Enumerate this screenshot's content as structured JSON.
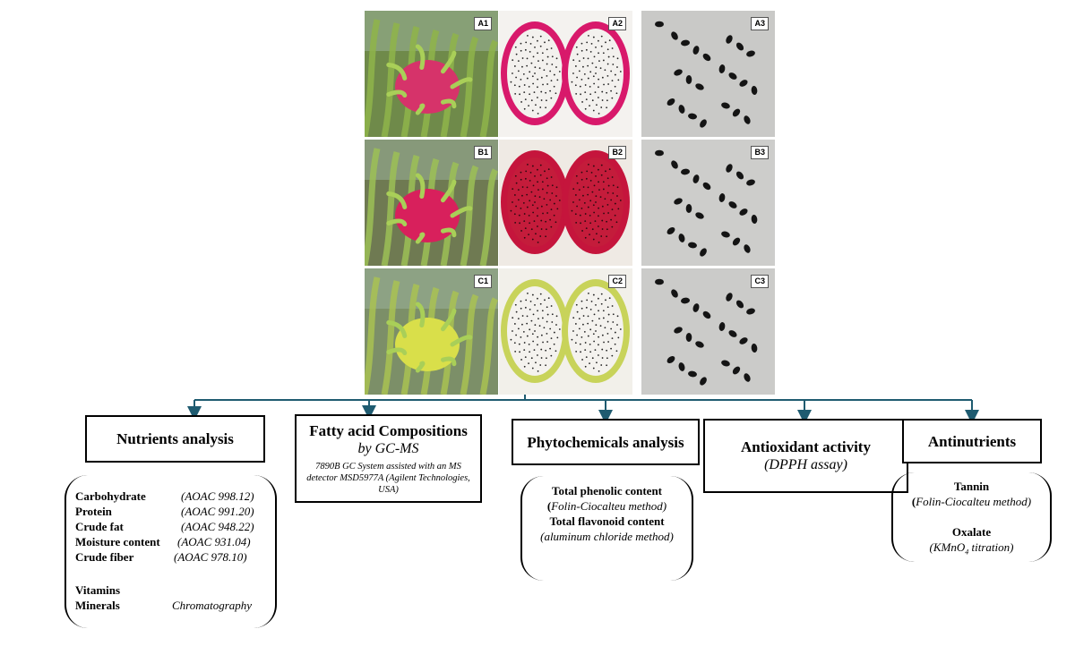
{
  "photos": [
    {
      "label": "A1",
      "kind": "fruit-plant",
      "colors": {
        "bg": "#6f8a4a",
        "fruit": "#d6336a",
        "leaf": "#8fb44a"
      }
    },
    {
      "label": "A2",
      "kind": "fruit-cut",
      "colors": {
        "bg": "#f4f2ef",
        "skin": "#d8196b",
        "flesh": "#f3f1ee",
        "seed": "#222"
      }
    },
    {
      "label": "A3",
      "kind": "seeds",
      "colors": {
        "bg": "#c9c9c7",
        "seed": "#141414"
      }
    },
    {
      "label": "B1",
      "kind": "fruit-plant",
      "colors": {
        "bg": "#6f7a52",
        "fruit": "#d8205c",
        "leaf": "#9cc056"
      }
    },
    {
      "label": "B2",
      "kind": "fruit-cut",
      "colors": {
        "bg": "#efeae4",
        "skin": "#c5153c",
        "flesh": "#c41c3b",
        "seed": "#2a0a10"
      }
    },
    {
      "label": "B3",
      "kind": "seeds",
      "colors": {
        "bg": "#cdcdcb",
        "seed": "#141414"
      }
    },
    {
      "label": "C1",
      "kind": "fruit-plant",
      "colors": {
        "bg": "#7c8f68",
        "fruit": "#d9df4a",
        "leaf": "#a9c252"
      }
    },
    {
      "label": "C2",
      "kind": "fruit-cut",
      "colors": {
        "bg": "#f2f0ea",
        "skin": "#c8d35a",
        "flesh": "#f4f2ee",
        "seed": "#222"
      }
    },
    {
      "label": "C3",
      "kind": "seeds",
      "colors": {
        "bg": "#cbcbc9",
        "seed": "#141414"
      }
    }
  ],
  "connector_color": "#1f5b70",
  "boxes": {
    "nutrients": {
      "title": "Nutrients analysis"
    },
    "fatty": {
      "title": "Fatty acid Compositions",
      "subtitle": "by GC-MS",
      "method": "7890B GC System assisted with an MS detector MSD5977A (Agilent Technologies, USA)"
    },
    "phyto": {
      "title": "Phytochemicals analysis"
    },
    "antiox": {
      "title": "Antioxidant activity",
      "subtitle": "(DPPH assay)"
    },
    "antinut": {
      "title": "Antinutrients"
    }
  },
  "nutrients_list": [
    {
      "name": "Carbohydrate",
      "method": "(AOAC 998.12)"
    },
    {
      "name": "Protein",
      "method": "(AOAC 991.20)"
    },
    {
      "name": "Crude fat",
      "method": "(AOAC 948.22)"
    },
    {
      "name": "Moisture content",
      "method": "(AOAC 931.04)"
    },
    {
      "name": "Crude fiber",
      "method": "(AOAC 978.10)"
    }
  ],
  "vitamins_label": "Vitamins",
  "minerals_label": "Minerals",
  "chromatography_label": "Chromatography",
  "phyto_list": {
    "phenolic": "Total phenolic content",
    "phenolic_method_open": "(",
    "phenolic_method": "Folin-Ciocalteu method)",
    "flavonoid": "Total flavonoid content",
    "flavonoid_method": "(aluminum chloride method)"
  },
  "antinut_list": {
    "tannin": "Tannin",
    "tannin_method_open": "(",
    "tannin_method": "Folin-Ciocalteu method)",
    "oxalate": "Oxalate",
    "oxalate_method_pre": "(KMnO",
    "oxalate_method_sub": "4",
    "oxalate_method_post": " titration)"
  }
}
